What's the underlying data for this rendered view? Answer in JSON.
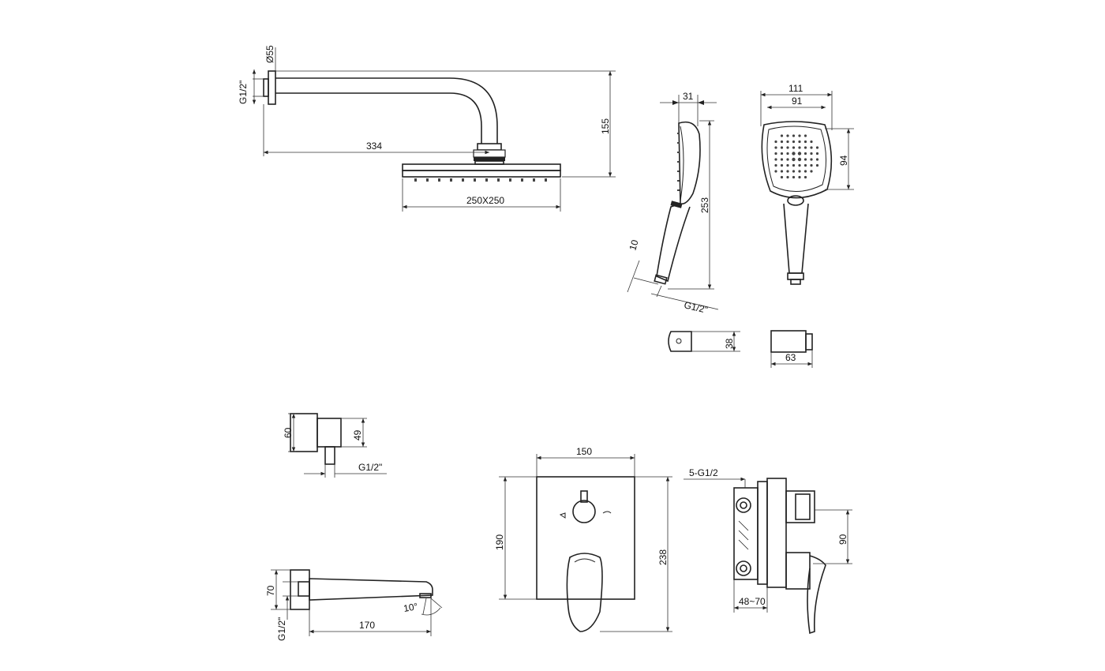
{
  "dimensions": {
    "arm_diameter": "Ø55",
    "arm_thread": "G1/2\"",
    "arm_length": "334",
    "arm_drop": "155",
    "head_size": "250X250",
    "hand_depth": "31",
    "hand_length": "253",
    "hand_tip": "10",
    "hand_thread": "G1/2\"",
    "hand_outer_width": "111",
    "hand_inner_width": "91",
    "hand_head_height": "94",
    "holder_height": "38",
    "holder_width": "63",
    "outlet_height": "60",
    "outlet_inner": "49",
    "outlet_thread": "G1/2\"",
    "spout_height": "70",
    "spout_thread": "G1/2\"",
    "spout_length": "170",
    "spout_angle": "10°",
    "plate_width": "150",
    "plate_height": "190",
    "total_height": "238",
    "body_ports": "5-G1/2",
    "body_spacing": "90",
    "install_depth": "48~70"
  }
}
